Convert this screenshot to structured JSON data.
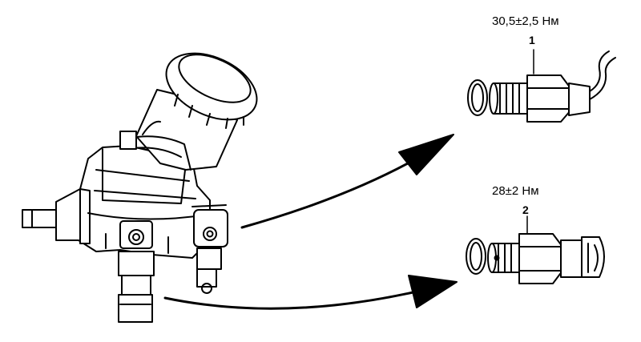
{
  "callouts": [
    {
      "number": "1",
      "torque": "30,5±2,5 Нм"
    },
    {
      "number": "2",
      "torque": "28±2 Нм"
    }
  ],
  "colors": {
    "line": "#000000",
    "background": "#ffffff"
  }
}
